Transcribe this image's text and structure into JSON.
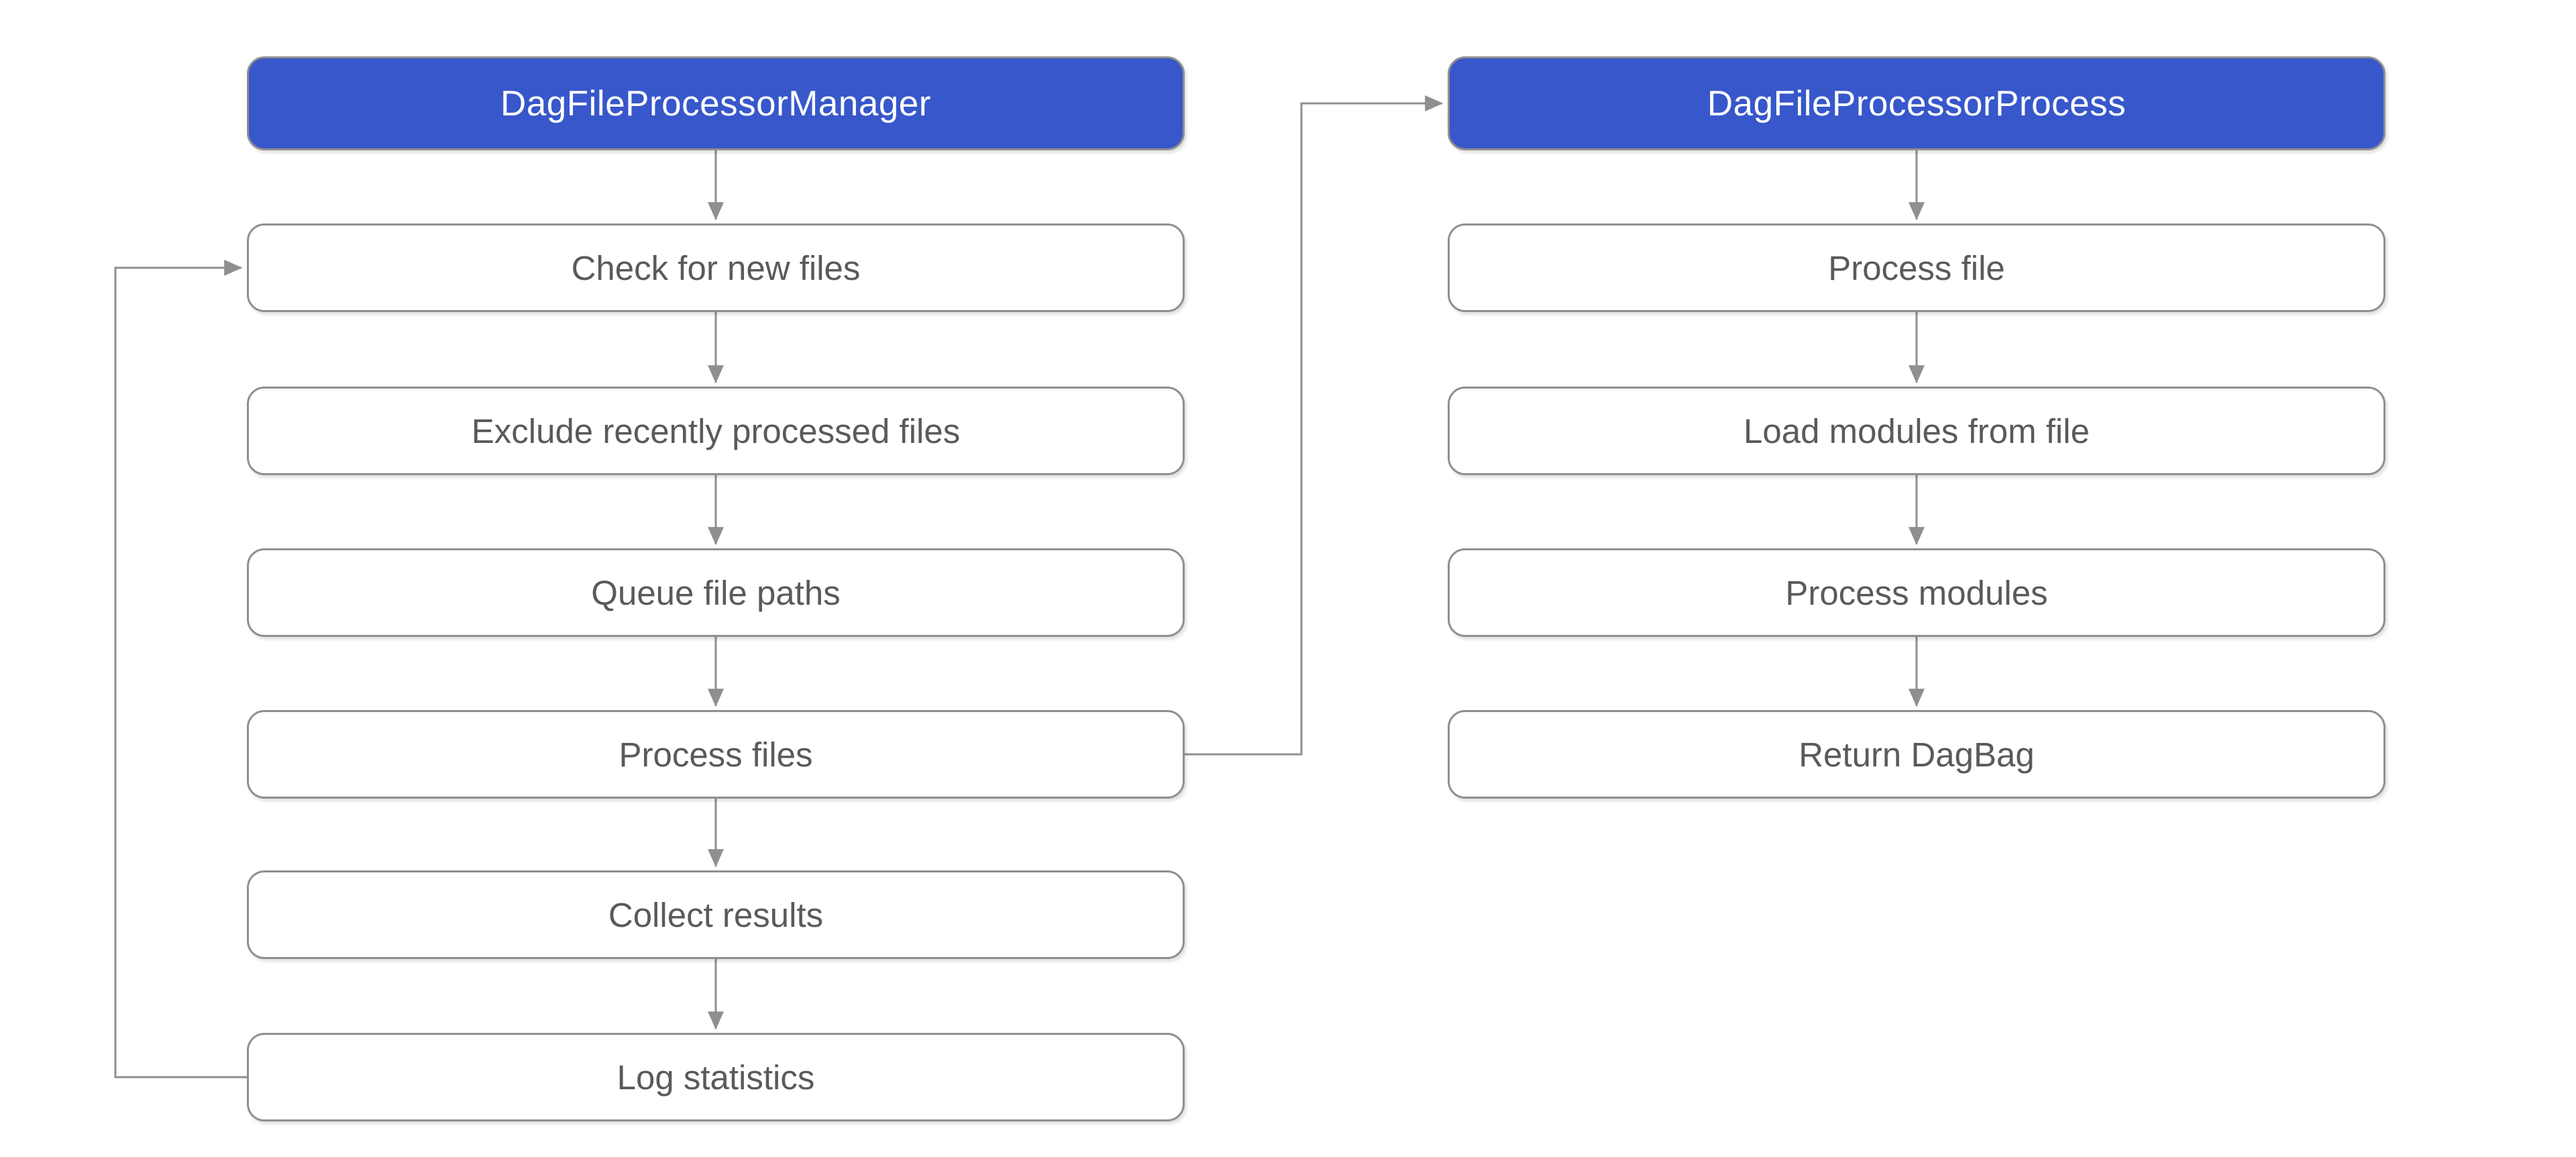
{
  "diagram": {
    "type": "flowchart",
    "background_color": "#ffffff",
    "colors": {
      "header_fill": "#3757cb",
      "header_text": "#ffffff",
      "step_fill": "#ffffff",
      "step_text": "#5a5a5a",
      "node_border": "#8f8f8f",
      "connector": "#8f8f8f"
    },
    "columns": [
      {
        "id": "manager",
        "header": "DagFileProcessorManager",
        "steps": [
          "Check for new files",
          "Exclude recently processed files",
          "Queue file paths",
          "Process files",
          "Collect results",
          "Log statistics"
        ]
      },
      {
        "id": "process",
        "header": "DagFileProcessorProcess",
        "steps": [
          "Process file",
          "Load modules from file",
          "Process modules",
          "Return DagBag"
        ]
      }
    ],
    "edges": [
      {
        "from": "DagFileProcessorManager",
        "to": "Check for new files"
      },
      {
        "from": "Check for new files",
        "to": "Exclude recently processed files"
      },
      {
        "from": "Exclude recently processed files",
        "to": "Queue file paths"
      },
      {
        "from": "Queue file paths",
        "to": "Process files"
      },
      {
        "from": "Process files",
        "to": "Collect results"
      },
      {
        "from": "Collect results",
        "to": "Log statistics"
      },
      {
        "from": "Log statistics",
        "to": "Check for new files"
      },
      {
        "from": "Process files",
        "to": "DagFileProcessorProcess"
      },
      {
        "from": "DagFileProcessorProcess",
        "to": "Process file"
      },
      {
        "from": "Process file",
        "to": "Load modules from file"
      },
      {
        "from": "Load modules from file",
        "to": "Process modules"
      },
      {
        "from": "Process modules",
        "to": "Return DagBag"
      }
    ]
  }
}
